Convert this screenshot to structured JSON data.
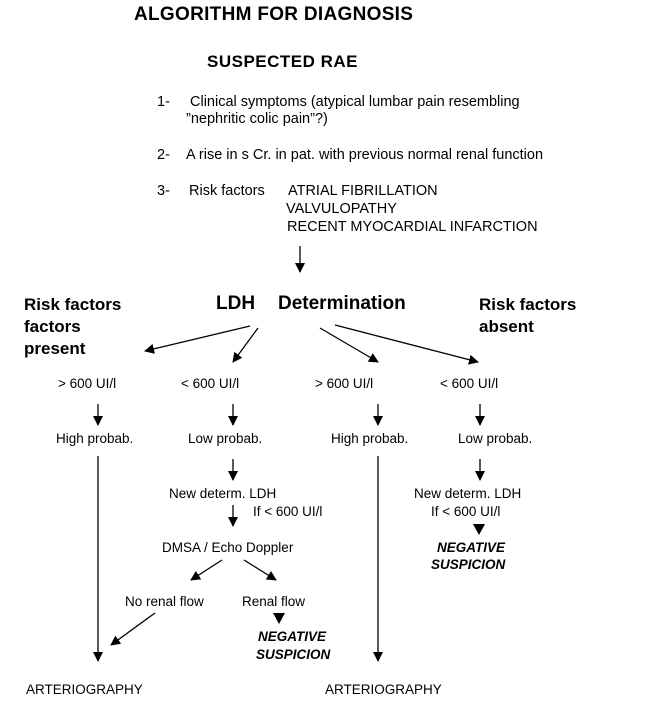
{
  "title": "ALGORITHM FOR DIAGNOSIS",
  "subtitle": "SUSPECTED  RAE",
  "criteria": [
    {
      "num": "1-",
      "line1": "Clinical symptoms (atypical lumbar pain resembling",
      "line2": "”nephritic colic pain”?)"
    },
    {
      "num": "2-",
      "line1": "A rise in s Cr. in pat. with previous normal renal function"
    },
    {
      "num": "3-",
      "label": "Risk factors",
      "factors": [
        "ATRIAL FIBRILLATION",
        "VALVULOPATHY",
        "RECENT  MYOCARDIAL INFARCTION"
      ]
    }
  ],
  "ldh": {
    "label1": "LDH",
    "label2": "Determination"
  },
  "left_group": {
    "line1": "Risk factors",
    "line2": "factors",
    "line3": "present"
  },
  "right_group": {
    "line1": "Risk factors",
    "line2": "absent"
  },
  "branches": [
    {
      "threshold": "> 600 UI/l",
      "probability": "High probab."
    },
    {
      "threshold": "< 600 UI/l",
      "probability": "Low  probab."
    },
    {
      "threshold": "> 600 UI/l",
      "probability": "High  probab."
    },
    {
      "threshold": "< 600 UI/l",
      "probability": "Low  probab."
    }
  ],
  "redeterm_left": {
    "line1": "New determ. LDH",
    "line2": "If < 600 UI/l"
  },
  "redeterm_right": {
    "line1": "New determ. LDH",
    "line2": "If < 600 UI/l"
  },
  "dmsa": "DMSA / Echo Doppler",
  "no_renal_flow": "No renal flow",
  "renal_flow": "Renal flow",
  "negative_left": {
    "line1": "NEGATIVE",
    "line2": "SUSPICION"
  },
  "negative_right": {
    "line1": "NEGATIVE",
    "line2": "SUSPICION"
  },
  "arteriography_left": "ARTERIOGRAPHY",
  "arteriography_right": "ARTERIOGRAPHY"
}
